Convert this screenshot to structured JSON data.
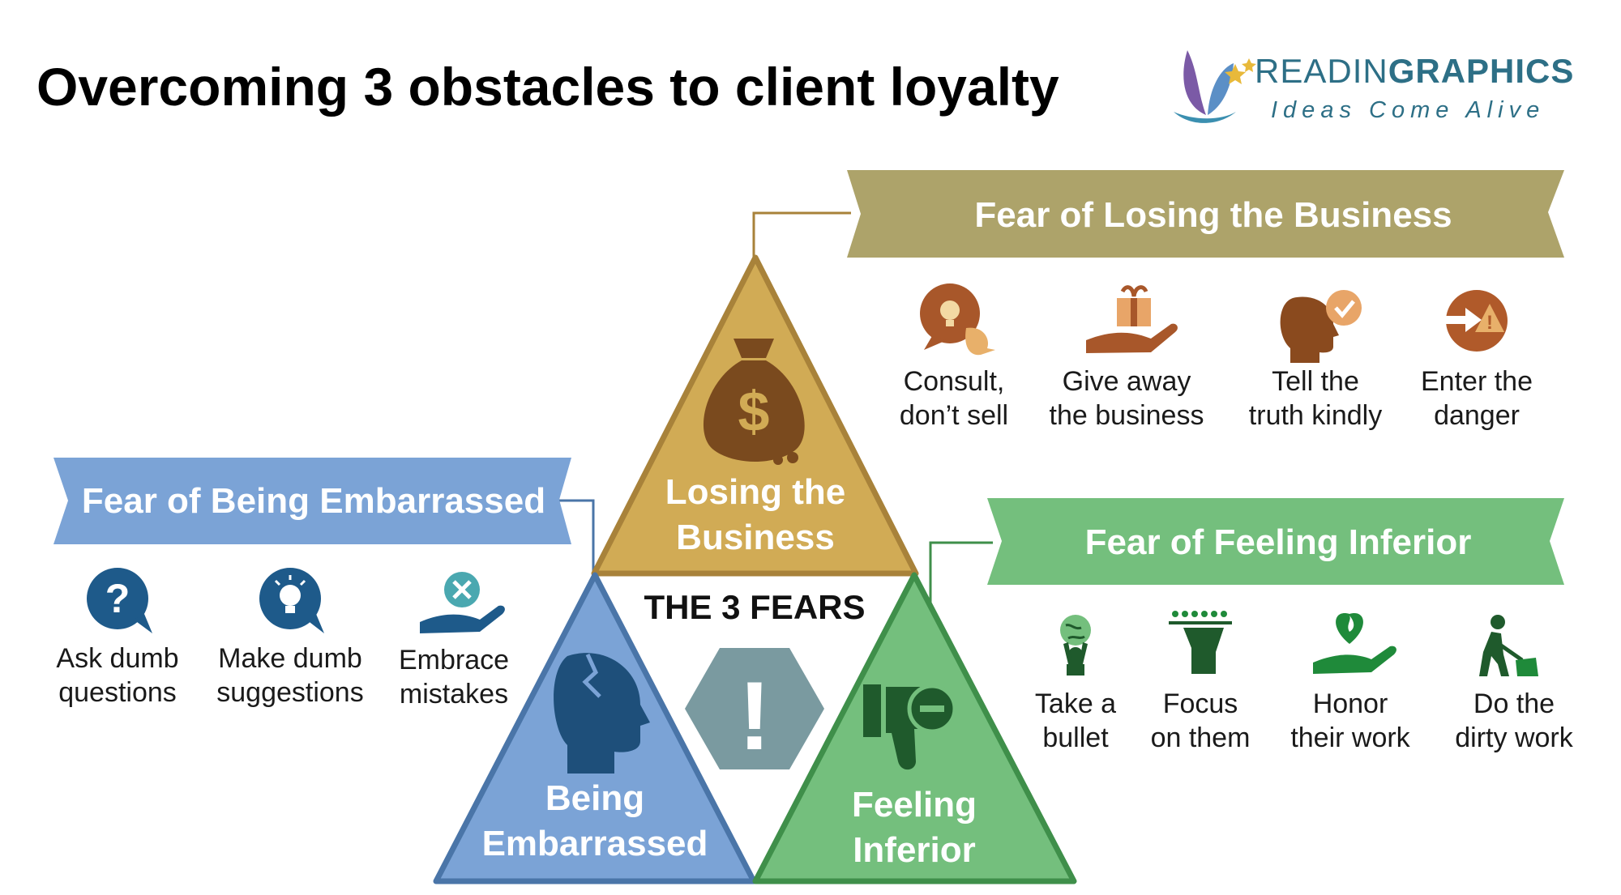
{
  "title": "Overcoming 3 obstacles to client loyalty",
  "brand": {
    "name_light": "READIN",
    "name_bold": "GRAPHICS",
    "tagline": "Ideas Come Alive"
  },
  "center": {
    "label": "THE 3 FEARS",
    "symbol": "!"
  },
  "triangles": {
    "top": {
      "line1": "Losing the",
      "line2": "Business",
      "color": "#d1ab55"
    },
    "left": {
      "line1": "Being",
      "line2": "Embarrassed",
      "color": "#7ba3d6"
    },
    "right": {
      "line1": "Feeling",
      "line2": "Inferior",
      "color": "#74bf7d"
    }
  },
  "sections": {
    "business": {
      "heading": "Fear of Losing the Business",
      "color": "#ada36a",
      "items": [
        {
          "line1": "Consult,",
          "line2": "don’t sell",
          "icon": "speech-bubble-lightbulb-icon"
        },
        {
          "line1": "Give away",
          "line2": "the business",
          "icon": "hand-gift-icon"
        },
        {
          "line1": "Tell the",
          "line2": "truth kindly",
          "icon": "head-speech-check-icon"
        },
        {
          "line1": "Enter the",
          "line2": "danger",
          "icon": "arrow-warning-icon"
        }
      ]
    },
    "embarrassed": {
      "heading": "Fear of Being Embarrassed",
      "color": "#7ba3d6",
      "items": [
        {
          "line1": "Ask dumb",
          "line2": "questions",
          "icon": "question-bubble-icon"
        },
        {
          "line1": "Make dumb",
          "line2": "suggestions",
          "icon": "lightbulb-bubble-icon"
        },
        {
          "line1": "Embrace",
          "line2": "mistakes",
          "icon": "hand-x-icon"
        }
      ]
    },
    "inferior": {
      "heading": "Fear of Feeling Inferior",
      "color": "#74bf7d",
      "items": [
        {
          "line1": "Take a",
          "line2": "bullet",
          "icon": "person-holding-globe-icon"
        },
        {
          "line1": "Focus",
          "line2": "on them",
          "icon": "hand-holding-people-icon"
        },
        {
          "line1": "Honor",
          "line2": "their work",
          "icon": "hand-heart-icon"
        },
        {
          "line1": "Do the",
          "line2": "dirty work",
          "icon": "person-shoveling-icon"
        }
      ]
    }
  }
}
